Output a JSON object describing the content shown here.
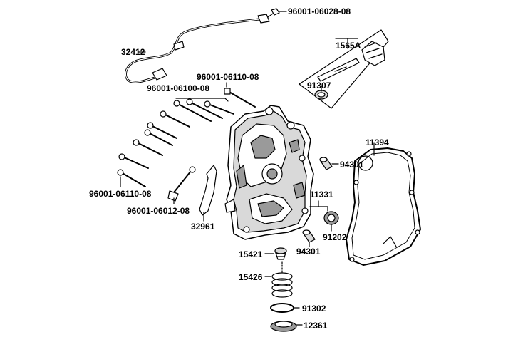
{
  "colors": {
    "line": "#000000",
    "part_fill": "#ffffff",
    "shade_dark": "#9a9a9a",
    "shade_light": "#d9d9d9",
    "background": "#ffffff"
  },
  "labels": {
    "bolt_top": "96001-06028-08",
    "cable": "32412",
    "dipstick": "1565A",
    "oring_dipstick": "91307",
    "bolt_upper_a": "96001-06110-08",
    "bolt_upper_b": "96001-06100-08",
    "bolt_lower": "96001-06110-08",
    "clip_bolt": "96001-06012-08",
    "bracket": "32961",
    "gasket": "11394",
    "dowel_upper": "94301",
    "cover": "11331",
    "seal": "91202",
    "dowel_lower": "94301",
    "strainer_cap": "15421",
    "spring": "15426",
    "oring_plug": "91302",
    "drain_plug": "12361"
  }
}
